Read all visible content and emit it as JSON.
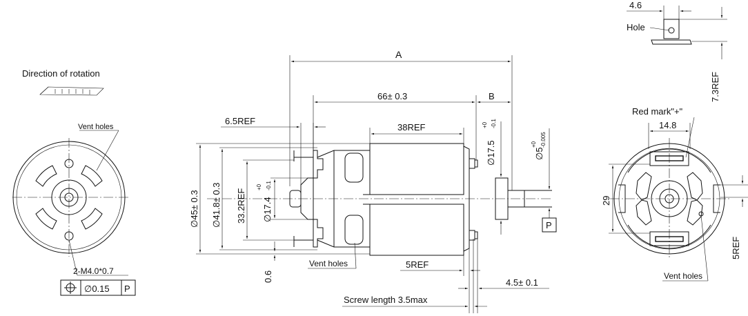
{
  "left_view": {
    "rotation_label": "Direction of rotation",
    "vent_label": "Vent holes",
    "thread_label": "2-M4.0*0.7",
    "tolerance_symbol": "position-icon",
    "tolerance_value": "∅0.15",
    "datum": "P"
  },
  "side_view": {
    "dim_A": "A",
    "dim_B": "B",
    "dim_body": "66± 0.3",
    "dim_can": "38REF",
    "dim_6_5": "6.5REF",
    "dim_45": "∅45± 0.3",
    "dim_41_8": "∅41.8± 0.3",
    "dim_33_2": "33.2REF",
    "dim_17_4": "∅17.4",
    "tol_17_4_upper": "+0",
    "tol_17_4_lower": "-0.1",
    "dim_17_5": "∅17.5",
    "tol_17_5_upper": "+0",
    "tol_17_5_lower": "-0.1",
    "dim_5": "∅5",
    "tol_5_upper": "+0",
    "tol_5_lower": "-0.005",
    "datum": "P",
    "vent_label": "Vent holes",
    "dim_0_6": "0.6",
    "dim_5ref": "5REF",
    "dim_4_5": "4.5± 0.1",
    "screw_label": "Screw length 3.5max"
  },
  "right_view": {
    "dim_4_6": "4.6",
    "hole_label": "Hole",
    "dim_7_3": "7.3REF",
    "red_mark_label": "Red mark\"+\"",
    "dim_14_8": "14.8",
    "dim_29": "29",
    "dim_5ref": "5REF",
    "vent_label": "Vent holes"
  }
}
